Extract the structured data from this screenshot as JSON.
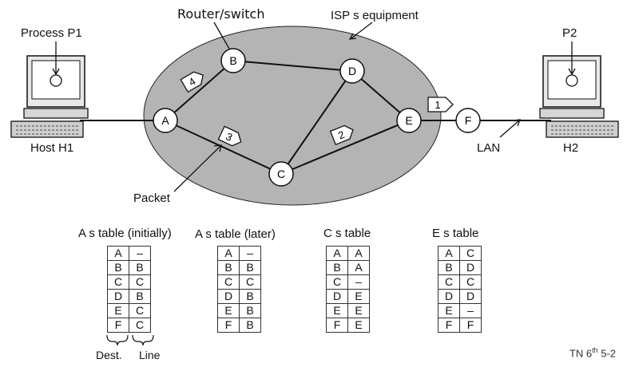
{
  "labels": {
    "process_p1": "Process P1",
    "host_h1": "Host H1",
    "router_switch": "Router/switch",
    "isp_equipment": "ISP s equipment",
    "p2": "P2",
    "host_h2": "H2",
    "lan": "LAN",
    "packet": "Packet"
  },
  "nodes": [
    "A",
    "B",
    "C",
    "D",
    "E",
    "F"
  ],
  "packets": [
    "1",
    "2",
    "3",
    "4"
  ],
  "tables": [
    {
      "title": "A s table (initially)",
      "rows": [
        [
          "A",
          "–"
        ],
        [
          "B",
          "B"
        ],
        [
          "C",
          "C"
        ],
        [
          "D",
          "B"
        ],
        [
          "E",
          "C"
        ],
        [
          "F",
          "C"
        ]
      ]
    },
    {
      "title": "A s table (later)",
      "rows": [
        [
          "A",
          "–"
        ],
        [
          "B",
          "B"
        ],
        [
          "C",
          "C"
        ],
        [
          "D",
          "B"
        ],
        [
          "E",
          "B"
        ],
        [
          "F",
          "B"
        ]
      ]
    },
    {
      "title": "C s table",
      "rows": [
        [
          "A",
          "A"
        ],
        [
          "B",
          "A"
        ],
        [
          "C",
          "–"
        ],
        [
          "D",
          "E"
        ],
        [
          "E",
          "E"
        ],
        [
          "F",
          "E"
        ]
      ]
    },
    {
      "title": "E s table",
      "rows": [
        [
          "A",
          "C"
        ],
        [
          "B",
          "D"
        ],
        [
          "C",
          "C"
        ],
        [
          "D",
          "D"
        ],
        [
          "E",
          "–"
        ],
        [
          "F",
          "F"
        ]
      ]
    }
  ],
  "column_labels": {
    "dest": "Dest.",
    "line": "Line"
  },
  "footer": {
    "main": "TN 6",
    "sup": "th",
    "tail": " 5-2"
  },
  "colors": {
    "cloud": "#b4b4b4",
    "line": "#111111"
  }
}
